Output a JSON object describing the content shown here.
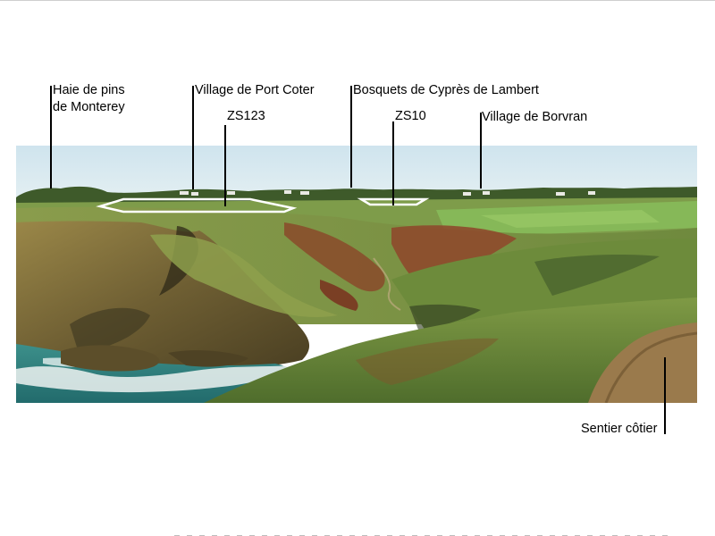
{
  "labels": {
    "haie_line1": "Haie de pins",
    "haie_line2": "de Monterey",
    "port_coter": "Village de Port Coter",
    "zs123": "ZS123",
    "bosquets": "Bosquets de Cyprès de Lambert",
    "zs10": "ZS10",
    "borvran": "Village de Borvran",
    "sentier": "Sentier côtier"
  },
  "colors": {
    "sky": "#d3e6ee",
    "sea": "#2f8a86",
    "foam": "#eef3f2",
    "cliff": "#7d6d3e",
    "heath_green": "#7e9a44",
    "heath_rust": "#8a4a2a",
    "field": "#86b858",
    "plot_outline": "#ffffff"
  }
}
